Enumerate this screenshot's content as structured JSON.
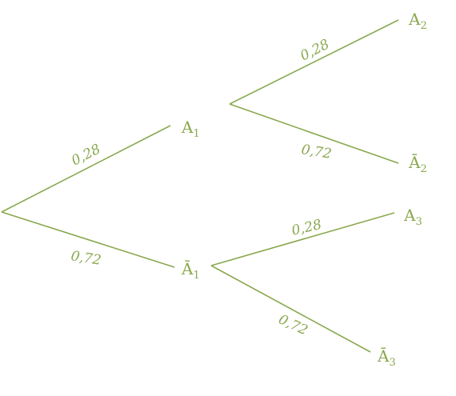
{
  "tree": {
    "root_to_a1": {
      "prob": "0,28",
      "node_letter": "A",
      "node_sub": "1",
      "node_bar": false
    },
    "root_to_not_a1": {
      "prob": "0,72",
      "node_letter": "Ā",
      "node_sub": "1",
      "node_bar": true
    },
    "a1_to_a2": {
      "prob": "0,28",
      "node_letter": "A",
      "node_sub": "2",
      "node_bar": false
    },
    "a1_to_not_a2": {
      "prob": "0,72",
      "node_letter": "Ā",
      "node_sub": "2",
      "node_bar": true
    },
    "not_a1_to_a3": {
      "prob": "0,28",
      "node_letter": "A",
      "node_sub": "3",
      "node_bar": false
    },
    "not_a1_to_not_a3": {
      "prob": "0,72",
      "node_letter": "Ā",
      "node_sub": "3",
      "node_bar": true
    },
    "color": "#8aa84f"
  }
}
